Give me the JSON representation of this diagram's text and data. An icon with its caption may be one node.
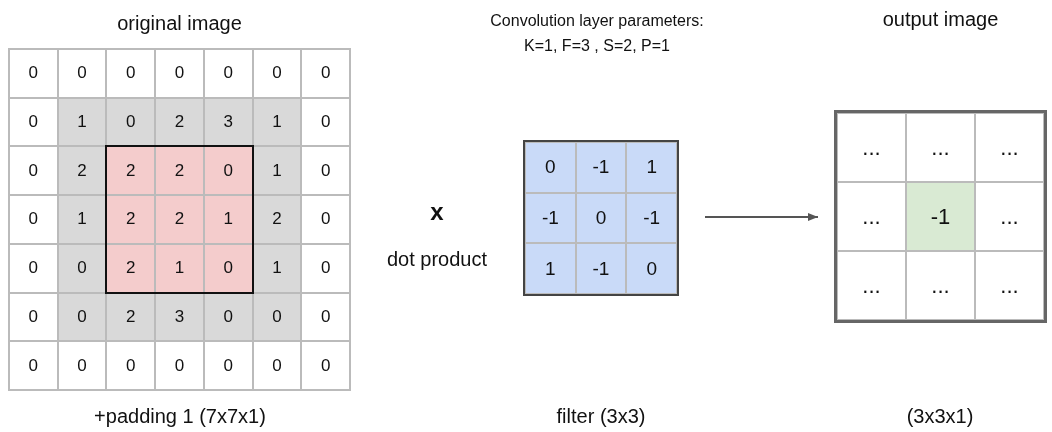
{
  "diagram": {
    "nodes": [
      {
        "text": [
          "original image"
        ]
      },
      {
        "text": [
          "0"
        ],
        "in": 0
      },
      {
        "text": [
          "0"
        ],
        "in": 0
      },
      {
        "text": [
          "0"
        ],
        "in": 0
      },
      {
        "text": [
          "0"
        ],
        "in": 0
      },
      {
        "text": [
          "0"
        ],
        "in": 0
      },
      {
        "text": [
          "0"
        ],
        "in": 0
      },
      {
        "text": [
          "0"
        ],
        "in": 0
      },
      {
        "text": [
          "0"
        ],
        "in": 0
      },
      {
        "text": [
          "1"
        ],
        "in": 0
      },
      {
        "text": [
          "0"
        ],
        "in": 0
      },
      {
        "text": [
          "2"
        ],
        "in": 0
      },
      {
        "text": [
          "3"
        ],
        "in": 0
      },
      {
        "text": [
          "1"
        ],
        "in": 0
      },
      {
        "text": [
          "0"
        ],
        "in": 0
      },
      {
        "text": [
          "0"
        ],
        "in": 0
      },
      {
        "text": [
          "2"
        ],
        "in": 0
      },
      {
        "text": [
          "2"
        ],
        "in": 0
      },
      {
        "text": [
          "2"
        ],
        "in": 0
      },
      {
        "text": [
          "0"
        ],
        "in": 0
      },
      {
        "text": [
          "1"
        ],
        "in": 0
      },
      {
        "text": [
          "0"
        ],
        "in": 0
      },
      {
        "text": [
          "0"
        ],
        "in": 0
      },
      {
        "text": [
          "1"
        ],
        "in": 0
      },
      {
        "text": [
          "2"
        ],
        "in": 0
      },
      {
        "text": [
          "2"
        ],
        "in": 0
      },
      {
        "text": [
          "1"
        ],
        "in": 0
      },
      {
        "text": [
          "2"
        ],
        "in": 0
      },
      {
        "text": [
          "0"
        ],
        "in": 0
      },
      {
        "text": [
          "0"
        ],
        "in": 0
      },
      {
        "text": [
          "0"
        ],
        "in": 0
      },
      {
        "text": [
          "2"
        ],
        "in": 0
      },
      {
        "text": [
          "1"
        ],
        "in": 0
      },
      {
        "text": [
          "0"
        ],
        "in": 0
      },
      {
        "text": [
          "1"
        ],
        "in": 0
      },
      {
        "text": [
          "0"
        ],
        "in": 0
      },
      {
        "text": [
          "0"
        ],
        "in": 0
      },
      {
        "text": [
          "0"
        ],
        "in": 0
      },
      {
        "text": [
          "2"
        ],
        "in": 0
      },
      {
        "text": [
          "3"
        ],
        "in": 0
      },
      {
        "text": [
          "0"
        ],
        "in": 0
      },
      {
        "text": [
          "0"
        ],
        "in": 0
      },
      {
        "text": [
          "0"
        ],
        "in": 0
      },
      {
        "text": [
          "0"
        ],
        "in": 0
      },
      {
        "text": [
          "0"
        ],
        "in": 0
      },
      {
        "text": [
          "0"
        ],
        "in": 0
      },
      {
        "text": [
          "0"
        ],
        "in": 0
      },
      {
        "text": [
          "0"
        ],
        "in": 0
      },
      {
        "text": [
          "0"
        ],
        "in": 0
      },
      {
        "text": [
          "0"
        ],
        "in": 0
      },
      {
        "text": [],
        "shape": "box"
      },
      {
        "text": [
          "0"
        ],
        "in": 50
      },
      {
        "text": [
          "-1"
        ],
        "in": 50
      },
      {
        "text": [
          "1"
        ],
        "in": 50
      },
      {
        "text": [
          "-1"
        ],
        "in": 50
      },
      {
        "text": [
          "0"
        ],
        "in": 50
      },
      {
        "text": [
          "-1"
        ],
        "in": 50
      },
      {
        "text": [
          "1"
        ],
        "in": 50
      },
      {
        "text": [
          "-1"
        ],
        "in": 50
      },
      {
        "text": [
          "0"
        ],
        "in": 50
      },
      {
        "text": [
          "output image"
        ]
      },
      {
        "text": [
          "..."
        ],
        "in": 60
      },
      {
        "text": [
          "..."
        ],
        "in": 60
      },
      {
        "text": [
          "..."
        ],
        "in": 60
      },
      {
        "text": [
          "..."
        ],
        "in": 60
      },
      {
        "text": [
          "-1"
        ],
        "in": 60
      },
      {
        "text": [
          "..."
        ],
        "in": 60
      },
      {
        "text": [
          "..."
        ],
        "in": 60
      },
      {
        "text": [
          "..."
        ],
        "in": 60
      },
      {
        "text": [
          "..."
        ],
        "in": 60
      }
    ],
    "edges": [
      {
        "from": 50,
        "to": 60,
        "arrow": "to"
      }
    ],
    "labels": [
      "Convolution layer parameters: K=1, F=3 , S=2, P=1",
      "x",
      "dot product",
      "+padding 1 (7x7x1)",
      "filter (3x3)",
      "(3x3x1)"
    ]
  }
}
